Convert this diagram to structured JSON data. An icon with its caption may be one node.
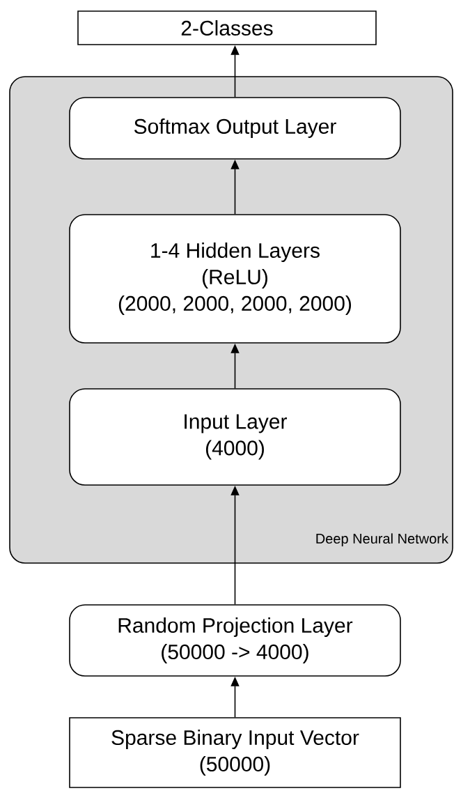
{
  "diagram": {
    "nodes": [
      {
        "text": [
          "2-Classes"
        ]
      },
      {
        "text": [
          "Deep Neural Network"
        ]
      },
      {
        "text": [
          "Softmax Output Layer"
        ],
        "in": 1
      },
      {
        "text": [
          "1-4 Hidden Layers",
          "(ReLU)",
          "(2000, 2000, 2000, 2000)"
        ],
        "in": 1
      },
      {
        "text": [
          "Input Layer",
          "(4000)"
        ],
        "in": 1
      },
      {
        "text": [
          "Random Projection Layer",
          "(50000 -> 4000)"
        ]
      },
      {
        "text": [
          "Sparse Binary Input Vector",
          "(50000)"
        ]
      }
    ],
    "edges": [
      {
        "from": 6,
        "to": 5,
        "arrow": "to"
      },
      {
        "from": 5,
        "to": 4,
        "arrow": "to"
      },
      {
        "from": 4,
        "to": 3,
        "arrow": "to"
      },
      {
        "from": 3,
        "to": 2,
        "arrow": "to"
      },
      {
        "from": 2,
        "to": 0,
        "arrow": "to"
      }
    ]
  }
}
